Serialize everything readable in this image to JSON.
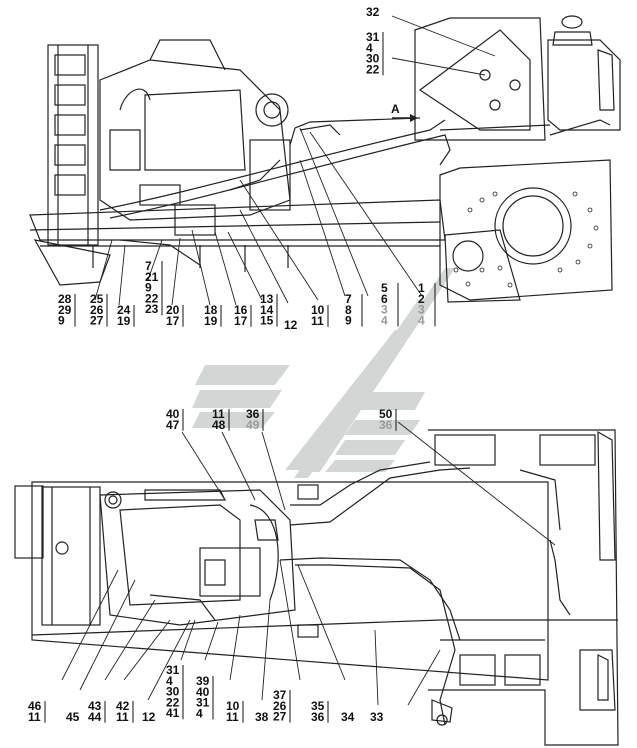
{
  "view_marker": "A",
  "top_callouts": [
    {
      "id": "t32",
      "lines": [
        "32"
      ]
    },
    {
      "id": "t31",
      "lines": [
        "31",
        "4",
        "30",
        "22"
      ]
    },
    {
      "id": "t28",
      "lines": [
        "28",
        "29",
        "9"
      ]
    },
    {
      "id": "t25",
      "lines": [
        "25",
        "26",
        "27"
      ]
    },
    {
      "id": "t24",
      "lines": [
        "24",
        "19"
      ]
    },
    {
      "id": "t7a",
      "lines": [
        "7",
        "21",
        "9",
        "22",
        "23"
      ]
    },
    {
      "id": "t20",
      "lines": [
        "20",
        "17"
      ]
    },
    {
      "id": "t18",
      "lines": [
        "18",
        "19"
      ]
    },
    {
      "id": "t16",
      "lines": [
        "16",
        "17"
      ]
    },
    {
      "id": "t13",
      "lines": [
        "13",
        "14",
        "15"
      ]
    },
    {
      "id": "t12",
      "lines": [
        "12"
      ]
    },
    {
      "id": "t10",
      "lines": [
        "10",
        "11"
      ]
    },
    {
      "id": "t7b",
      "lines": [
        "7",
        "8",
        "9"
      ]
    },
    {
      "id": "t5",
      "lines": [
        "5",
        "6",
        "3",
        "4"
      ]
    },
    {
      "id": "t1",
      "lines": [
        "1",
        "2",
        "3",
        "4"
      ]
    }
  ],
  "bottom_callouts": [
    {
      "id": "b40",
      "lines": [
        "40",
        "47"
      ]
    },
    {
      "id": "b11",
      "lines": [
        "11",
        "48"
      ]
    },
    {
      "id": "b36",
      "lines": [
        "36",
        "49"
      ]
    },
    {
      "id": "b50",
      "lines": [
        "50",
        "36"
      ]
    },
    {
      "id": "b46",
      "lines": [
        "46",
        "11"
      ]
    },
    {
      "id": "b45",
      "lines": [
        "45"
      ]
    },
    {
      "id": "b43",
      "lines": [
        "43",
        "44"
      ]
    },
    {
      "id": "b42",
      "lines": [
        "42",
        "11"
      ]
    },
    {
      "id": "b12",
      "lines": [
        "12"
      ]
    },
    {
      "id": "b31",
      "lines": [
        "31",
        "4",
        "30",
        "22",
        "41"
      ]
    },
    {
      "id": "b39",
      "lines": [
        "39",
        "40",
        "31",
        "4"
      ]
    },
    {
      "id": "b10",
      "lines": [
        "10",
        "11"
      ]
    },
    {
      "id": "b38",
      "lines": [
        "38"
      ]
    },
    {
      "id": "b37",
      "lines": [
        "37",
        "26",
        "27"
      ]
    },
    {
      "id": "b35",
      "lines": [
        "35",
        "36"
      ]
    },
    {
      "id": "b34",
      "lines": [
        "34"
      ]
    },
    {
      "id": "b33",
      "lines": [
        "33"
      ]
    }
  ]
}
